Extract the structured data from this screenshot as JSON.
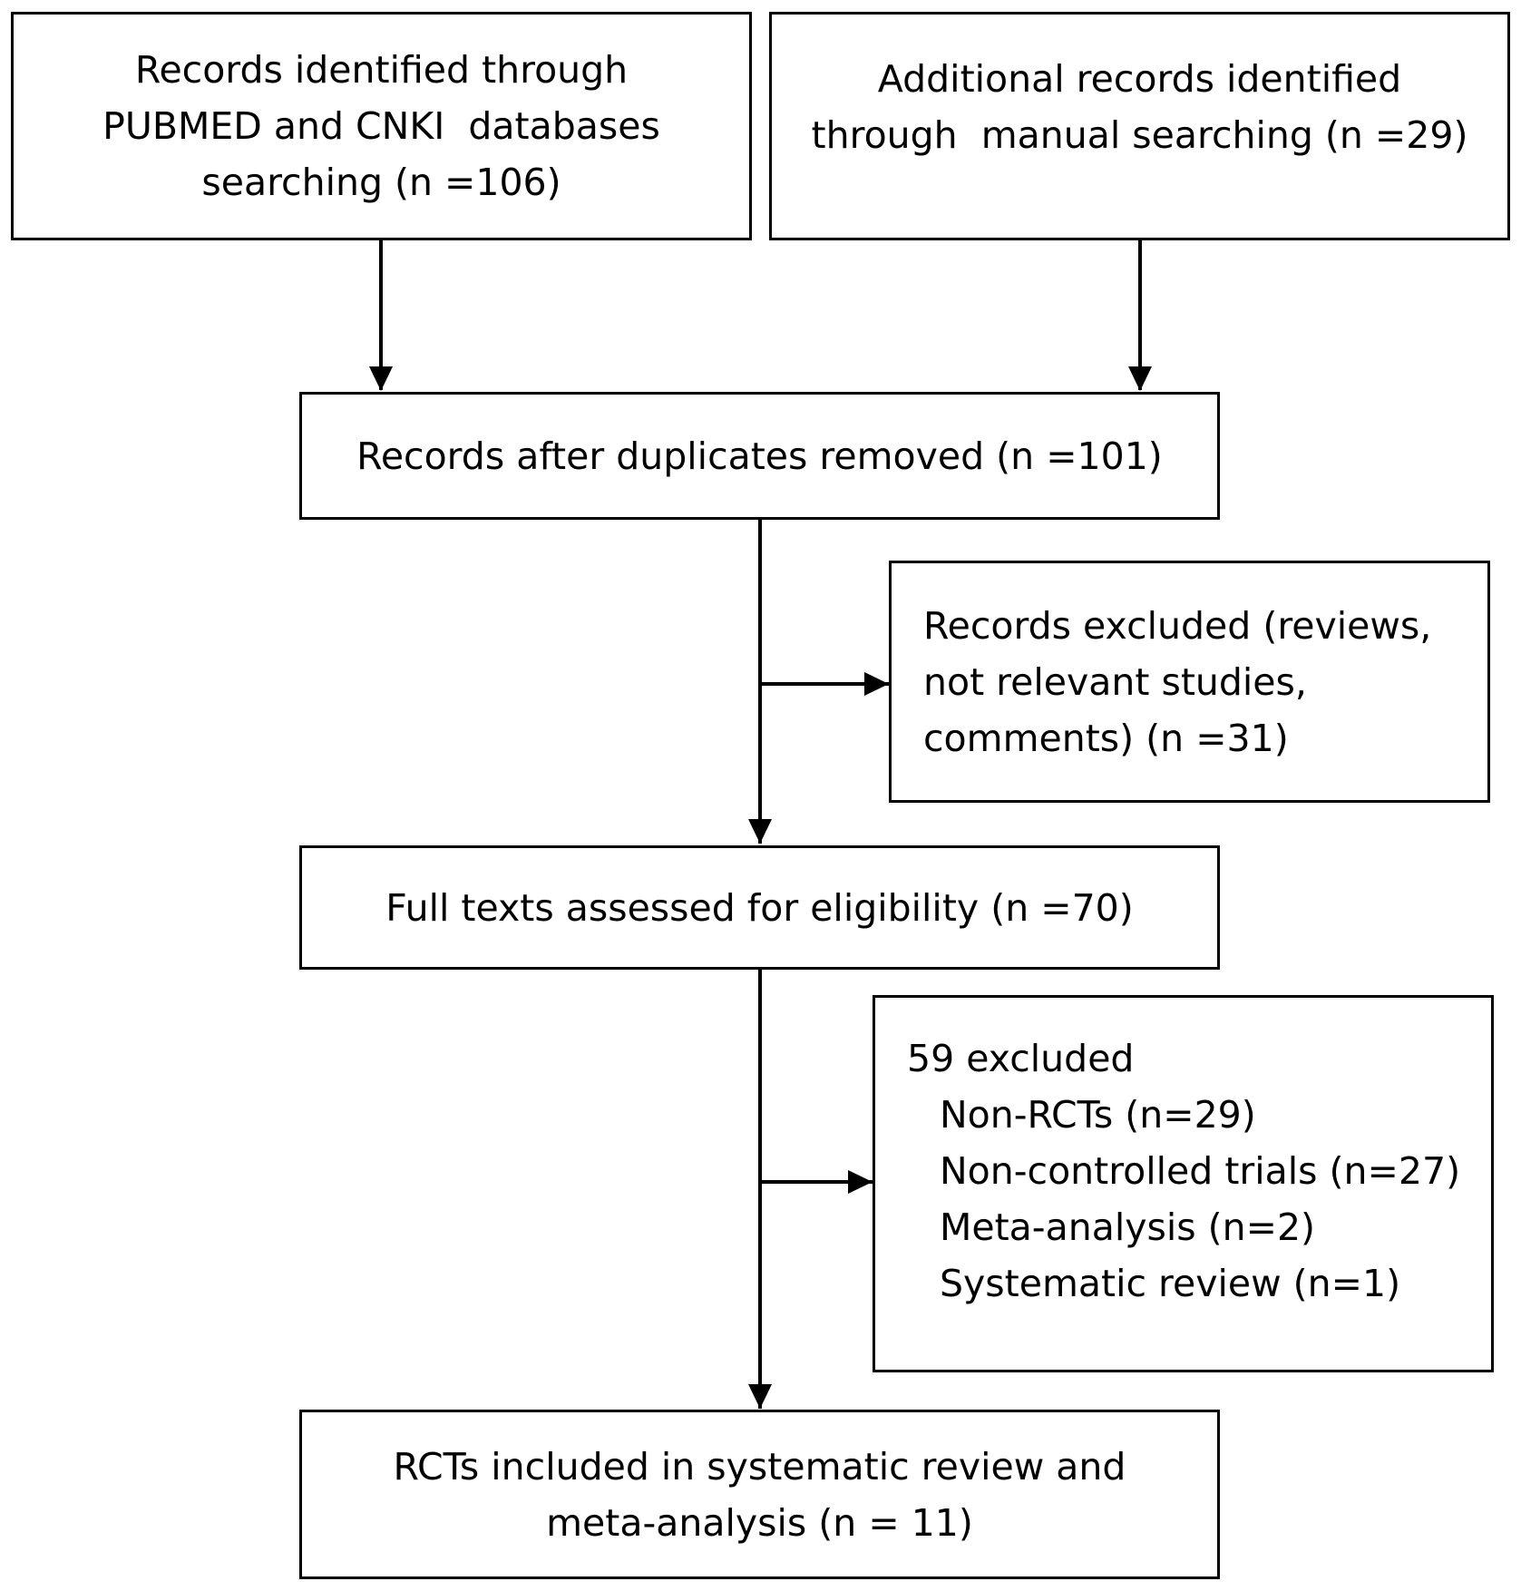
{
  "boxes": {
    "identified_db": {
      "lines": [
        "Records identified through",
        "PUBMED and CNKI  databases",
        "searching (n =106)"
      ]
    },
    "identified_manual": {
      "lines": [
        "Additional records identified",
        "through  manual searching (n =29)"
      ]
    },
    "after_duplicates": {
      "lines": [
        "Records after duplicates removed (n =101)"
      ]
    },
    "excluded_records": {
      "lines": [
        "Records excluded (reviews,",
        "not relevant studies,",
        "comments) (n =31)"
      ]
    },
    "full_texts": {
      "lines": [
        "Full texts assessed for eligibility (n =70)"
      ]
    },
    "excluded_full": {
      "heading": "59 excluded",
      "items": [
        "Non-RCTs (n=29)",
        "Non-controlled trials (n=27)",
        "Meta-analysis (n=2)",
        "Systematic review (n=1)"
      ]
    },
    "included": {
      "lines": [
        "RCTs included in systematic review and",
        "meta-analysis (n = 11)"
      ]
    }
  },
  "colors": {
    "stroke": "#000000",
    "background": "#ffffff"
  }
}
